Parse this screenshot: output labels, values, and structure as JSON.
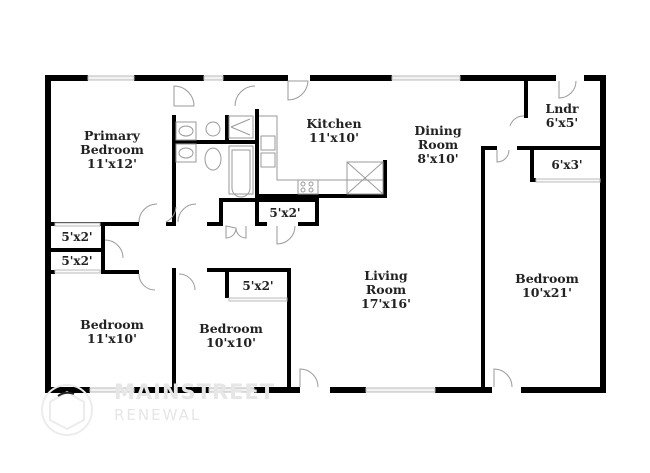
{
  "floor_plan": {
    "rooms": [
      {
        "id": "primary-bedroom",
        "name": "Primary Bedroom",
        "name_line1": "Primary",
        "name_line2": "Bedroom",
        "size": "11'x12'"
      },
      {
        "id": "kitchen",
        "name": "Kitchen",
        "size": "11'x10'"
      },
      {
        "id": "dining-room",
        "name": "Dining Room",
        "name_line1": "Dining",
        "name_line2": "Room",
        "size": "8'x10'"
      },
      {
        "id": "laundry",
        "name": "Lndr",
        "size": "6'x5'"
      },
      {
        "id": "closet-right",
        "size": "6'x3'"
      },
      {
        "id": "closet-pantry",
        "size": "5'x2'"
      },
      {
        "id": "closet-left-1",
        "size": "5'x2'"
      },
      {
        "id": "closet-left-2",
        "size": "5'x2'"
      },
      {
        "id": "closet-bedroom-mid",
        "size": "5'x2'"
      },
      {
        "id": "living-room",
        "name": "Living Room",
        "name_line1": "Living",
        "name_line2": "Room",
        "size": "17'x16'"
      },
      {
        "id": "bedroom-right",
        "name": "Bedroom",
        "size": "10'x21'"
      },
      {
        "id": "bedroom-left",
        "name": "Bedroom",
        "size": "11'x10'"
      },
      {
        "id": "bedroom-mid",
        "name": "Bedroom",
        "size": "10'x10'"
      }
    ],
    "colors": {
      "wall": "#000000",
      "fixture": "#9a9a9a",
      "window": "#cfcfcf",
      "text": "#222222",
      "watermark": "#e6e6e6"
    }
  },
  "watermark": {
    "line1": "MAINSTREET",
    "line2": "RENEWAL"
  }
}
